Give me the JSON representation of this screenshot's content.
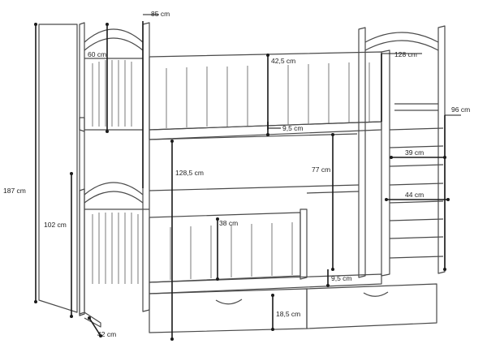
{
  "dimensions": {
    "total_height": "187 cm",
    "lower_height": "102 cm",
    "width": "85 cm",
    "headboard": "60 cm",
    "upper_guard": "42,5 cm",
    "upper_gap": "9,5 cm",
    "ladder_side": "128,5 cm",
    "mid_height": "77 cm",
    "top_length": "128 cm",
    "ladder_width": "96 cm",
    "step_39": "39 cm",
    "step_44": "44 cm",
    "lower_guard": "38 cm",
    "lower_gap": "9,5 cm",
    "drawer_height": "18,5 cm",
    "foot": "42 cm"
  }
}
